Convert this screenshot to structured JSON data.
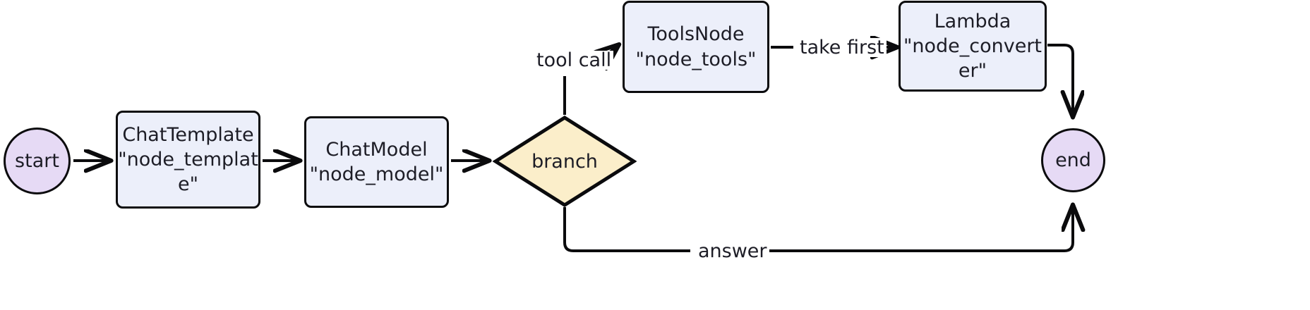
{
  "diagram": {
    "type": "flowchart",
    "direction": "left-to-right",
    "title": "",
    "background_color": "#ffffff",
    "palette": {
      "terminal_fill": "#e6daf5",
      "process_fill": "#eceffa",
      "decision_fill": "#fbeeca",
      "stroke": "#0b0b0d",
      "text": "#1d1d26"
    },
    "nodes": [
      {
        "id": "start",
        "shape": "circle",
        "label": "start",
        "lines": [
          "start"
        ],
        "fill": "#e6daf5"
      },
      {
        "id": "node_template",
        "shape": "rounded-rect",
        "label": "ChatTemplate \"node_template\"",
        "lines": [
          "ChatTemplate",
          "\"node_templat",
          "e\""
        ],
        "fill": "#eceffa"
      },
      {
        "id": "node_model",
        "shape": "rounded-rect",
        "label": "ChatModel \"node_model\"",
        "lines": [
          "ChatModel",
          "\"node_model\""
        ],
        "fill": "#eceffa"
      },
      {
        "id": "branch",
        "shape": "diamond",
        "label": "branch",
        "lines": [
          "branch"
        ],
        "fill": "#fbeeca"
      },
      {
        "id": "node_tools",
        "shape": "rounded-rect",
        "label": "ToolsNode \"node_tools\"",
        "lines": [
          "ToolsNode",
          "\"node_tools\""
        ],
        "fill": "#eceffa"
      },
      {
        "id": "node_converter",
        "shape": "rounded-rect",
        "label": "Lambda \"node_converter\"",
        "lines": [
          "Lambda",
          "\"node_convert",
          "er\""
        ],
        "fill": "#eceffa"
      },
      {
        "id": "end",
        "shape": "circle",
        "label": "end",
        "lines": [
          "end"
        ],
        "fill": "#e6daf5"
      }
    ],
    "edges": [
      {
        "id": "e1",
        "from": "start",
        "to": "node_template",
        "label": "",
        "arrow": true
      },
      {
        "id": "e2",
        "from": "node_template",
        "to": "node_model",
        "label": "",
        "arrow": true
      },
      {
        "id": "e3",
        "from": "node_model",
        "to": "branch",
        "label": "",
        "arrow": true
      },
      {
        "id": "e4",
        "from": "branch",
        "to": "node_tools",
        "label": "tool call",
        "arrow": true
      },
      {
        "id": "e5",
        "from": "node_tools",
        "to": "node_converter",
        "label": "take first",
        "arrow": true
      },
      {
        "id": "e6",
        "from": "node_converter",
        "to": "end",
        "label": "",
        "arrow": true
      },
      {
        "id": "e7",
        "from": "branch",
        "to": "end",
        "label": "answer",
        "arrow": true
      }
    ]
  }
}
